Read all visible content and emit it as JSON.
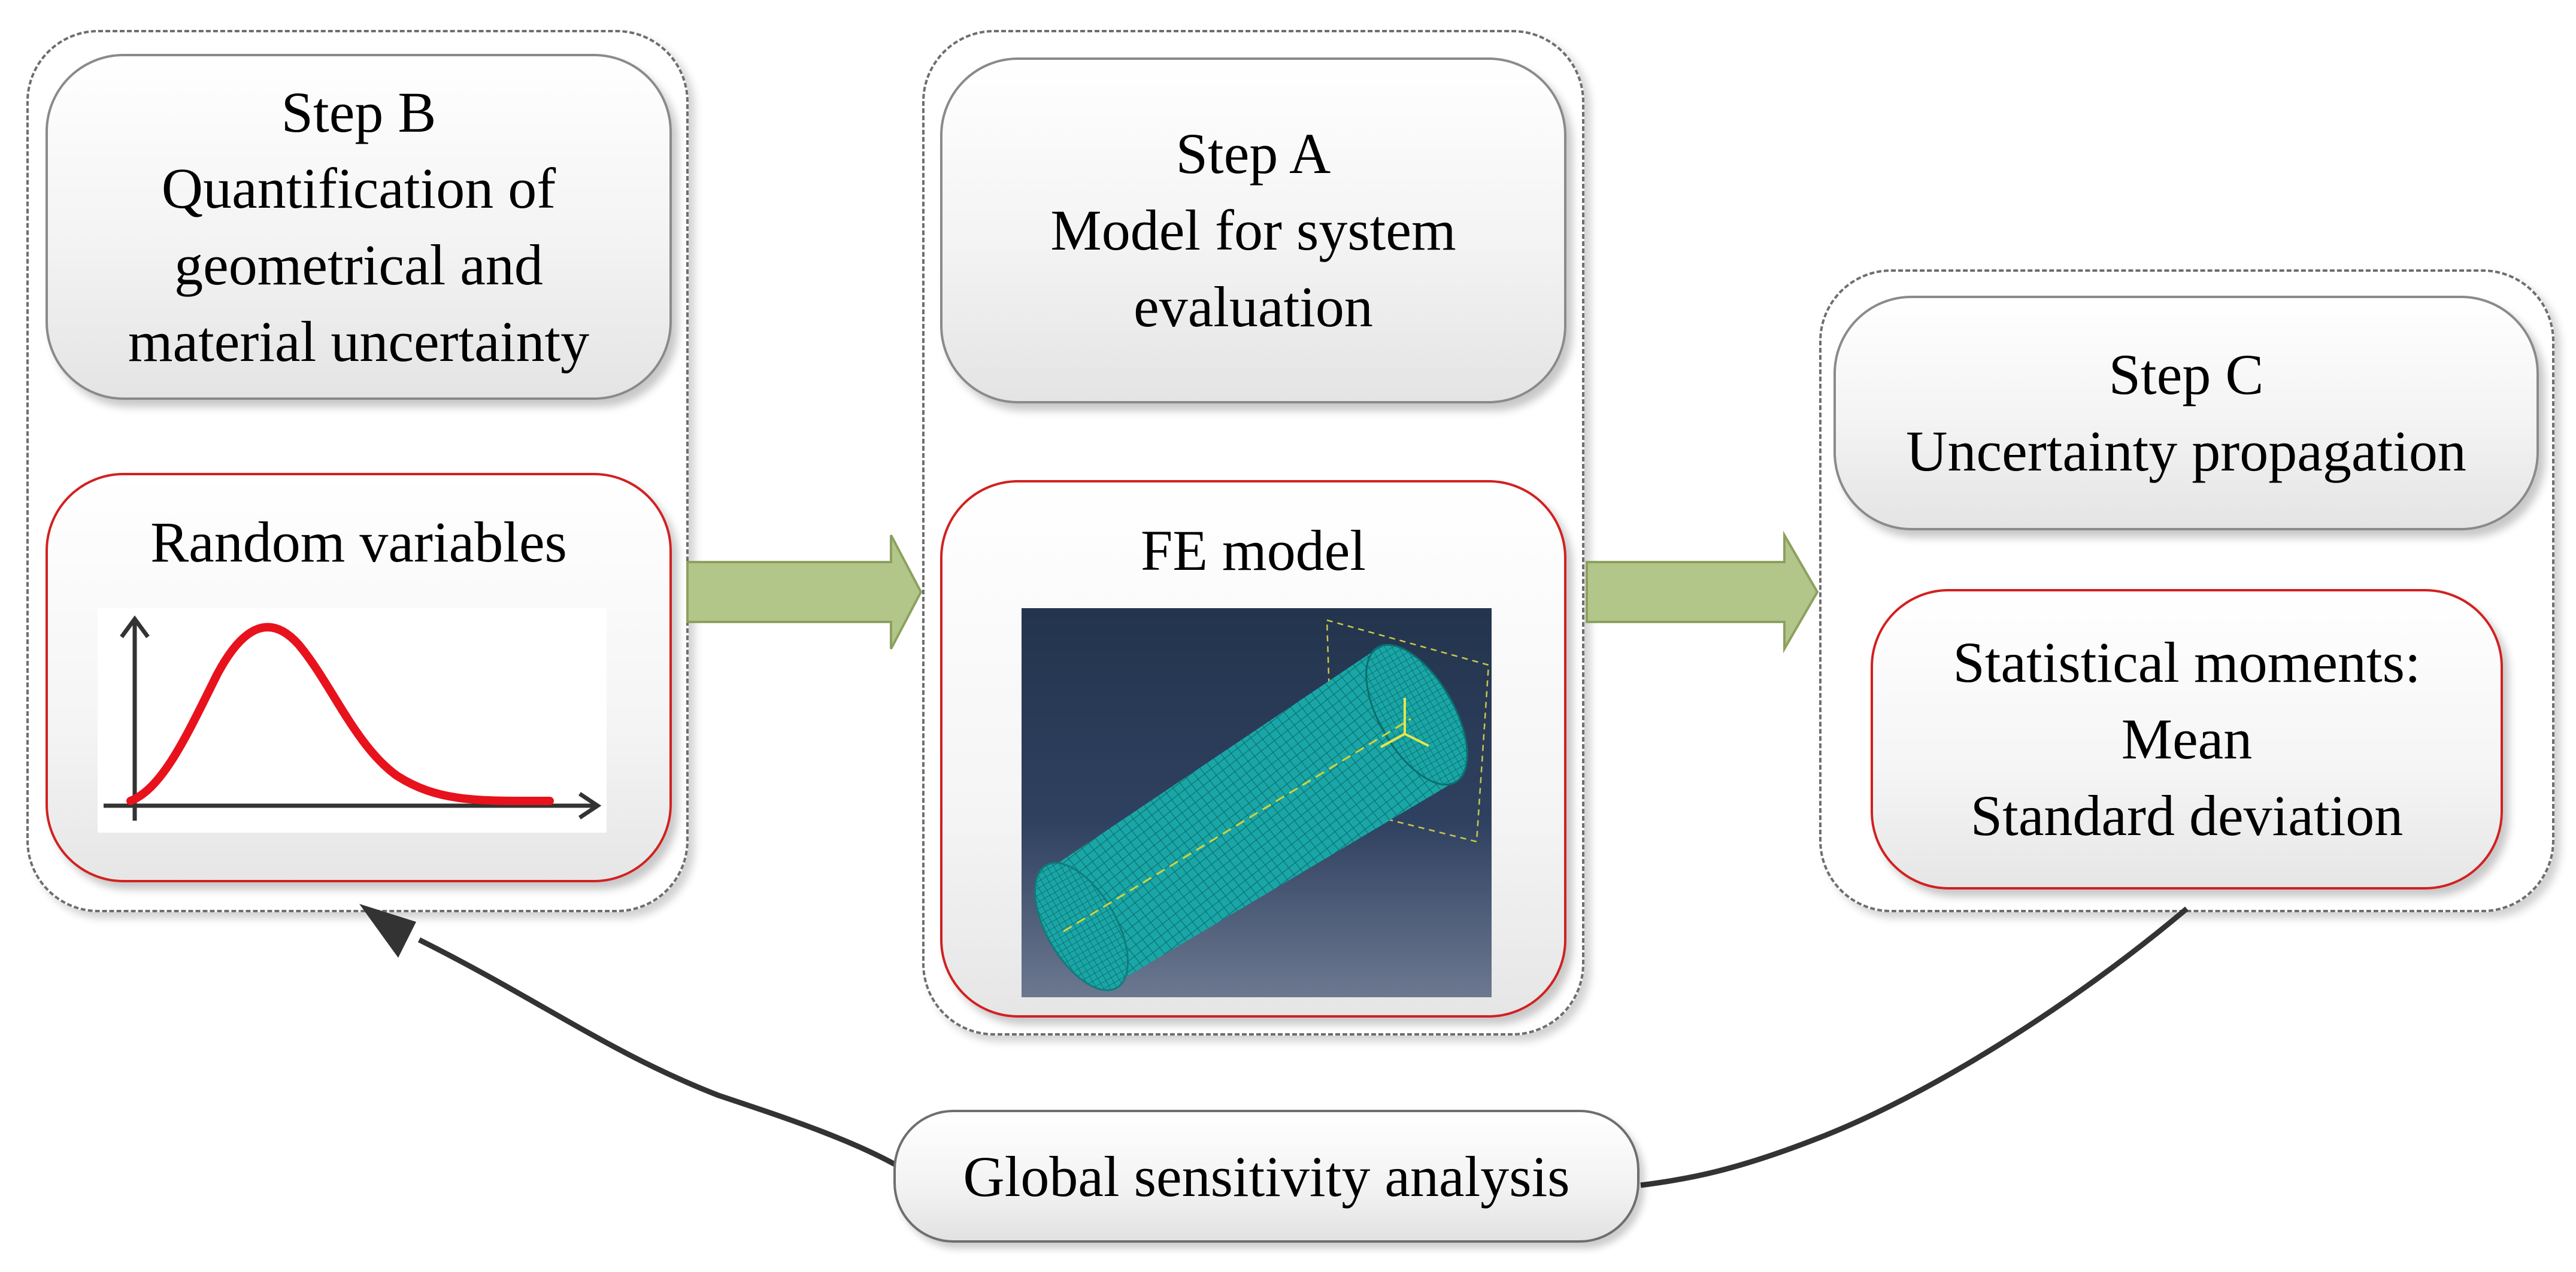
{
  "steps": {
    "b": {
      "header": [
        "Step B",
        "Quantification of",
        "geometrical and",
        "material uncertainty"
      ],
      "content_title": "Random variables"
    },
    "a": {
      "header": [
        "Step A",
        "Model for system",
        "evaluation"
      ],
      "content_title": "FE model"
    },
    "c": {
      "header": [
        "Step C",
        "Uncertainty propagation"
      ],
      "content_lines": [
        "Statistical moments:",
        "Mean",
        "Standard deviation"
      ]
    }
  },
  "feedback": {
    "label": "Global sensitivity analysis"
  },
  "colors": {
    "group_border": "#6e6e6e",
    "content_border": "#d22020",
    "arrow_fill": "#b3c68a",
    "arrow_stroke": "#8da05e",
    "curve": "#e8121c",
    "fe_background_top": "#23344d",
    "fe_background_bottom": "#6c7890",
    "fe_mesh": "#1aa6a6",
    "feedback_arrow": "#333333"
  },
  "icons": {
    "distribution": "probability-density-curve-icon",
    "fe_model": "cylinder-mesh-icon"
  }
}
